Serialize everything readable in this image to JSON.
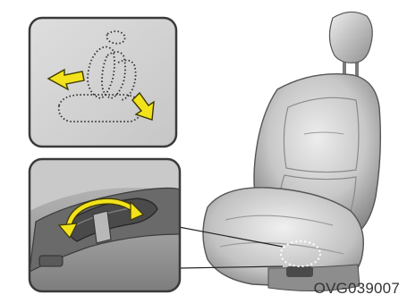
{
  "figure": {
    "code": "OVG039007",
    "depicts": [
      "seat-recline-diagram",
      "recline-switch-closeup",
      "power-seat"
    ]
  },
  "colors": {
    "panel_fill": "#d3d3d3",
    "panel_border": "#3a3a3a",
    "arrow_fill": "#f2e21b",
    "arrow_stroke": "#3d3a00",
    "seat_light": "#e6e6e6",
    "seat_mid": "#b9b9b9",
    "seat_dark": "#6e6e6e",
    "switch_fill": "#4a4a4a"
  }
}
